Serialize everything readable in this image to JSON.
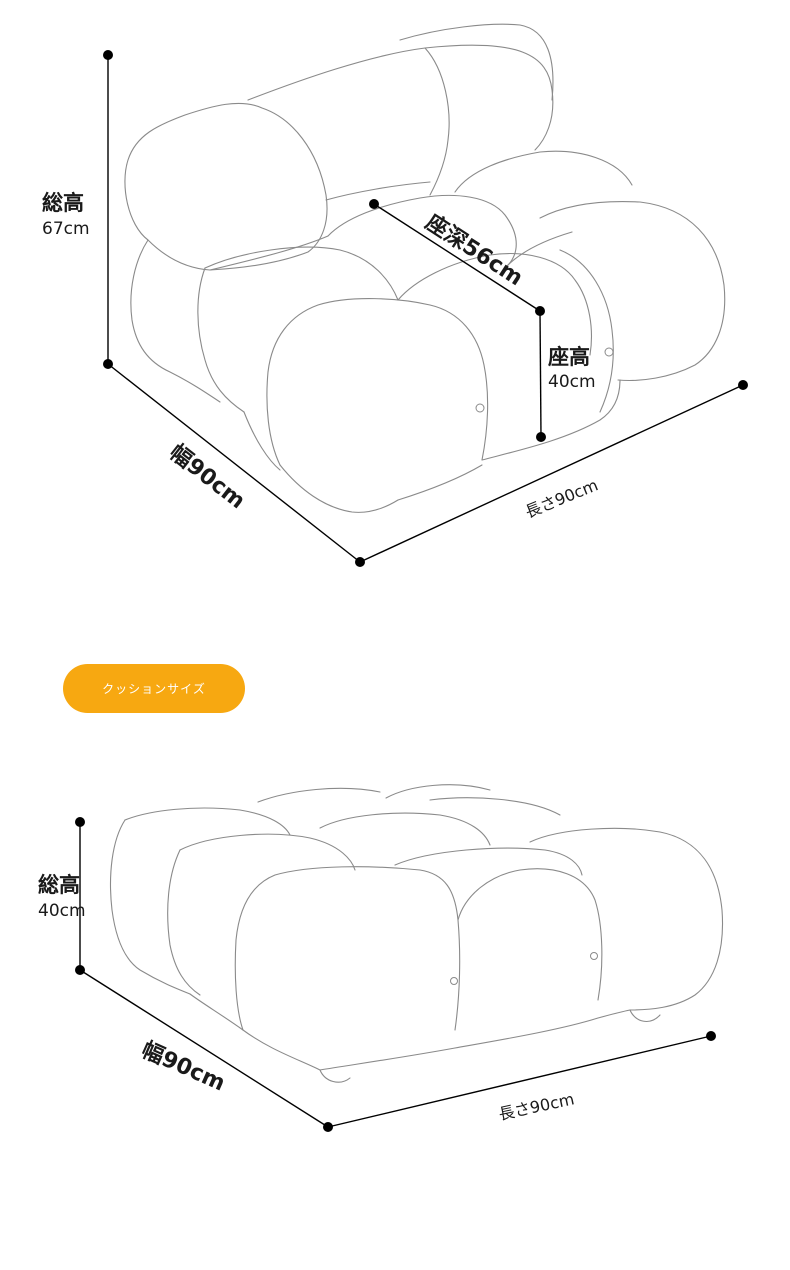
{
  "sofa": {
    "total_height_label": "総高",
    "total_height_value": "67cm",
    "seat_depth": "座深56cm",
    "seat_height_label": "座高",
    "seat_height_value": "40cm",
    "width": "幅90cm",
    "length": "長さ90cm"
  },
  "section_badge": {
    "label": "クッションサイズ",
    "color": "#f7a811"
  },
  "ottoman": {
    "total_height_label": "総高",
    "total_height_value": "40cm",
    "width": "幅90cm",
    "length": "長さ90cm"
  }
}
